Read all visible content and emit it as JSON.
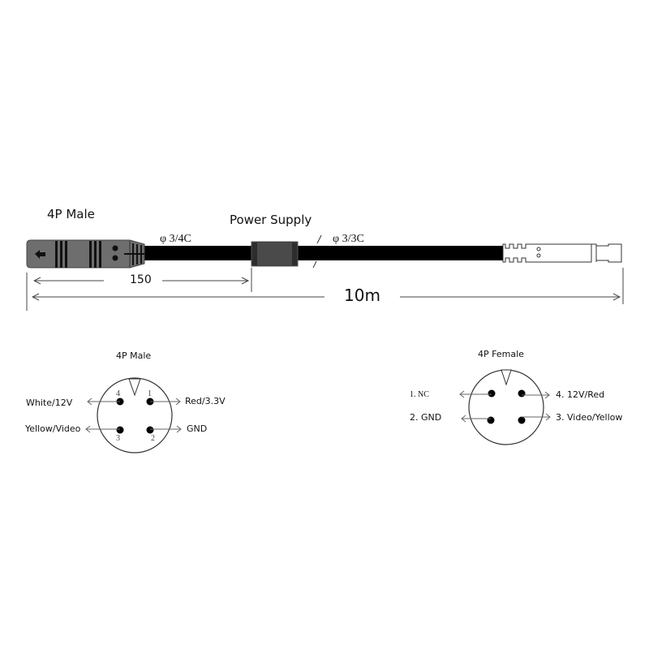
{
  "cable": {
    "left_connector_label": "4P Male",
    "power_supply_label": "Power Supply",
    "spec_left": "φ 3/4C",
    "spec_right": "φ 3/3C",
    "dim_short": "150",
    "dim_total": "10m"
  },
  "male_pinout": {
    "title": "4P Male",
    "pins": [
      {
        "number": "1",
        "label": "Red/3.3V"
      },
      {
        "number": "2",
        "label": "GND"
      },
      {
        "number": "3",
        "label": "Yellow/Video"
      },
      {
        "number": "4",
        "label": "White/12V"
      }
    ]
  },
  "female_pinout": {
    "title": "4P Female",
    "labels": [
      {
        "label": "1. NC"
      },
      {
        "label": "2. GND"
      },
      {
        "label": "4. 12V/Red"
      },
      {
        "label": "3. Video/Yellow"
      }
    ]
  },
  "colors": {
    "connector_grey": "#6e6e6e",
    "cable": "#000000",
    "ps_body": "#3a3a3a",
    "line": "#444444"
  }
}
